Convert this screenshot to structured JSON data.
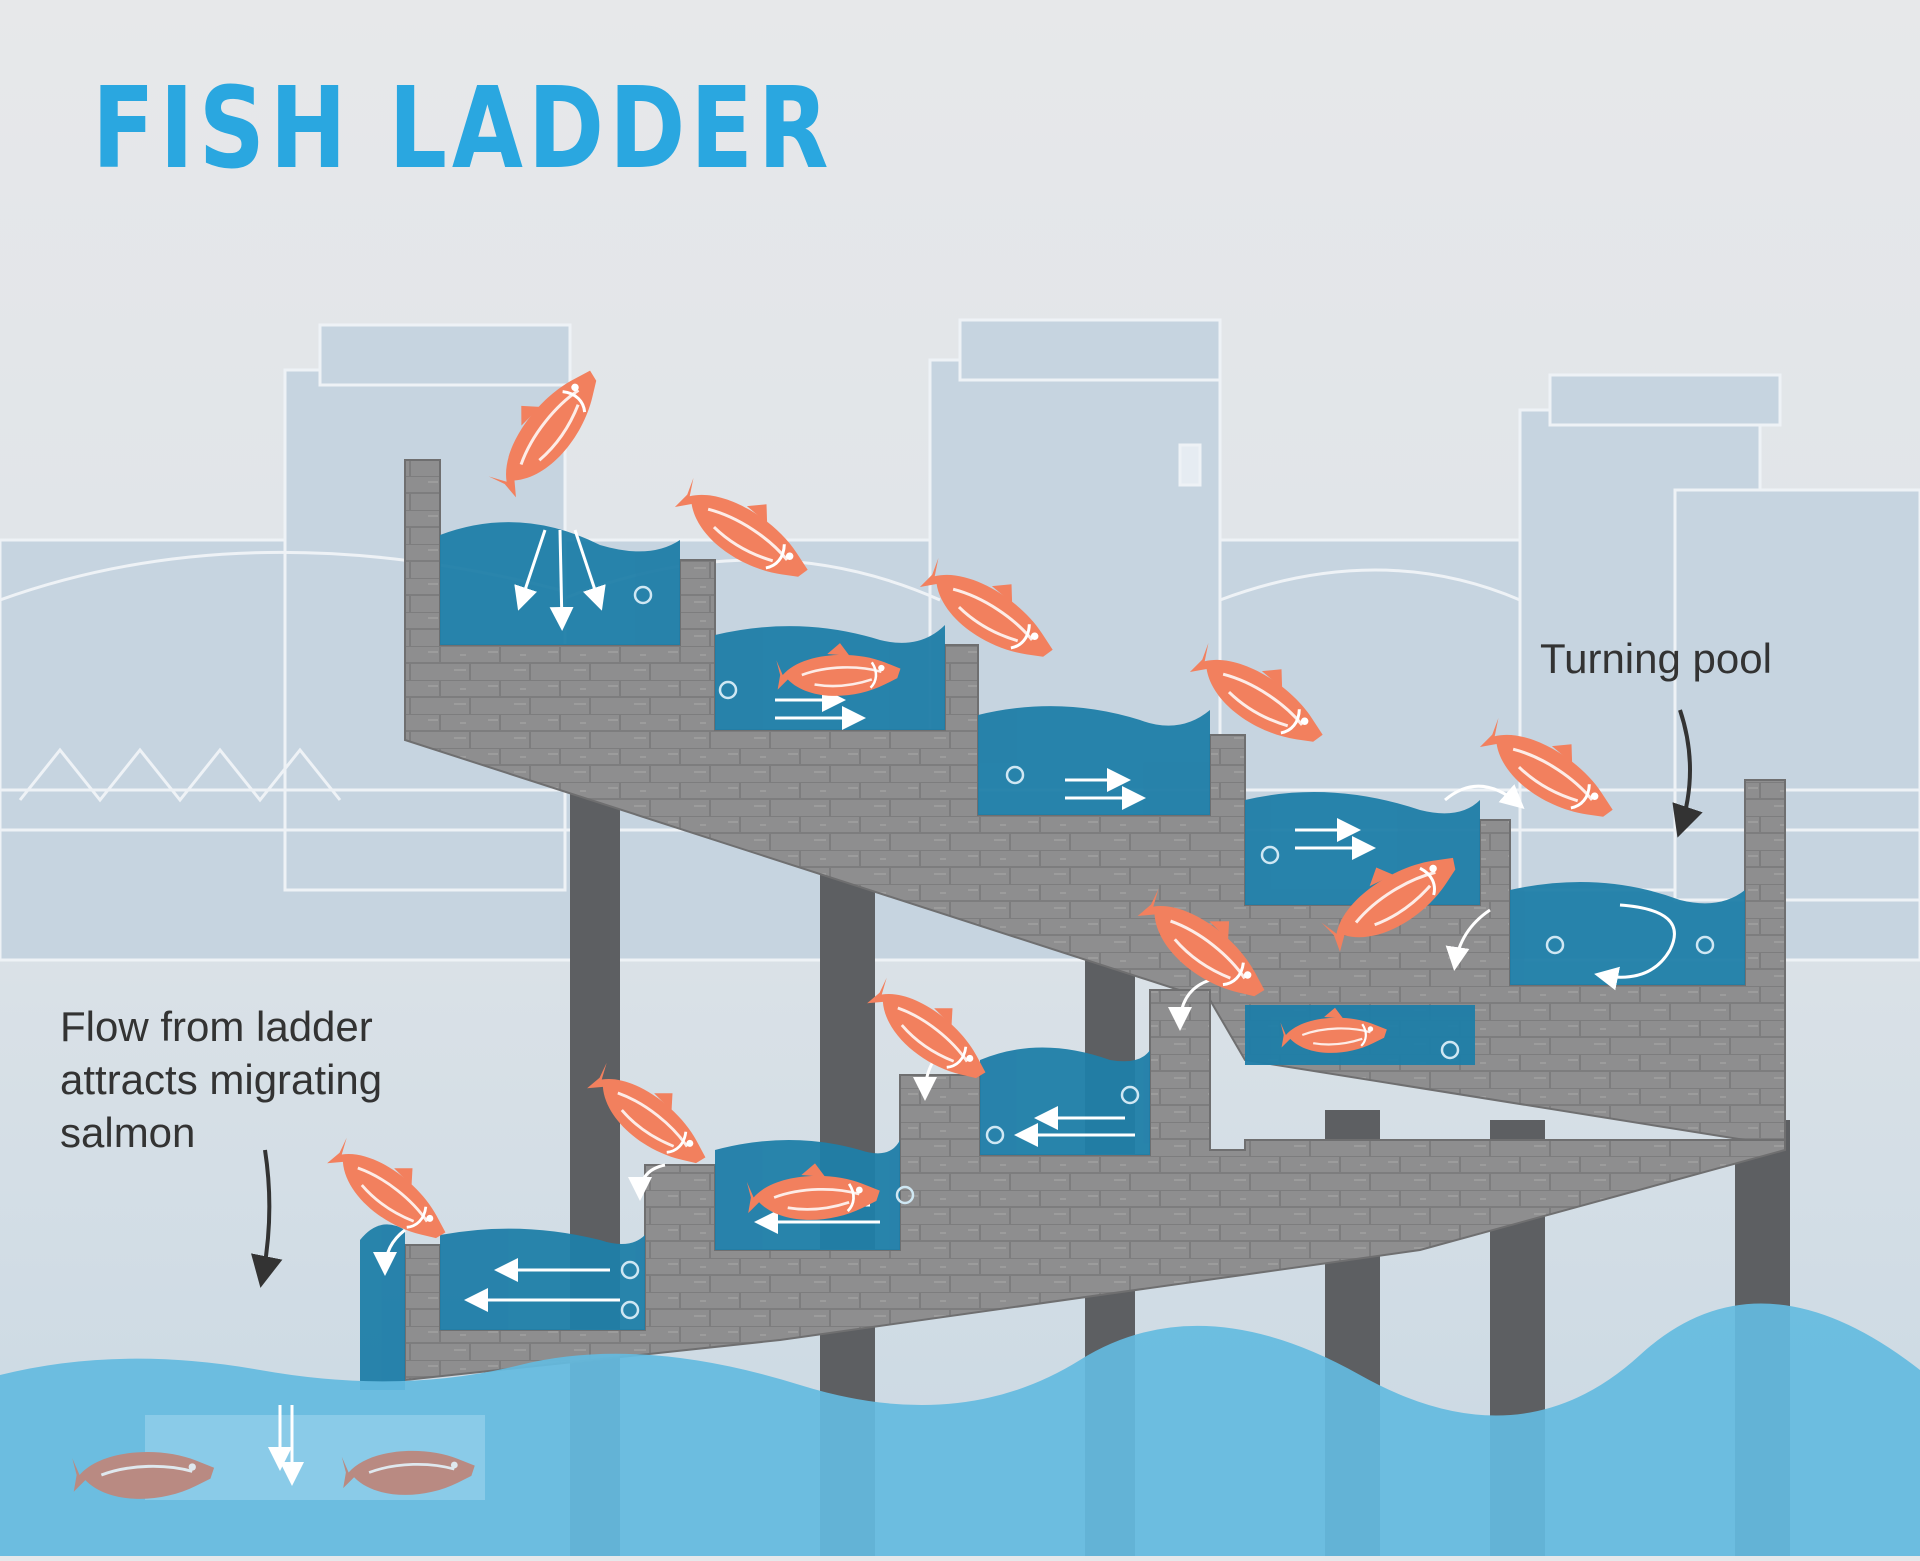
{
  "title": "FISH LADDER",
  "labels": {
    "turning_pool": "Turning pool",
    "flow": "Flow from ladder\nattracts migrating\nsalmon"
  },
  "colors": {
    "title": "#2aa7e0",
    "pool_water": "#1f7ea8",
    "river_water": "#64bbe0",
    "concrete": "#8c8c8d",
    "salmon": "#f2805e",
    "background": "#e6e8ea",
    "dam_outline": "#c9d6e2"
  },
  "icons": [
    "salmon-icon",
    "flow-arrow-icon",
    "swirl-icon",
    "down-arrow-icon"
  ]
}
